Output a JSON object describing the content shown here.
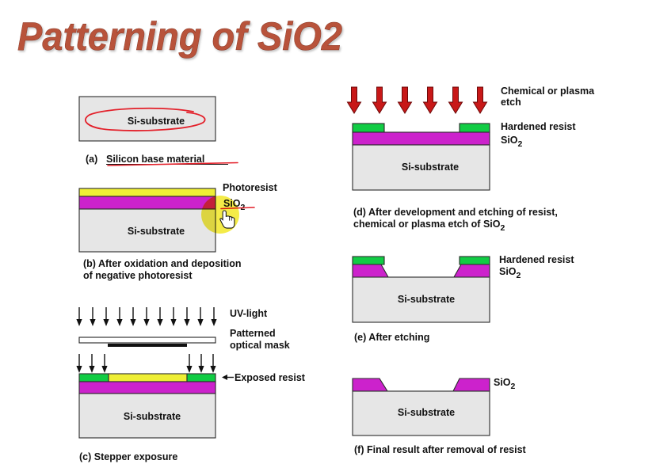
{
  "slide": {
    "title": "Patterning of SiO2"
  },
  "colors": {
    "title": "#b8533a",
    "substrate": "#e6e6e6",
    "oxide": "#cc22cc",
    "photoresist": "#efef35",
    "hardened_resist": "#11cc44",
    "etch_arrow": "#c81818",
    "annotation": "#e3202a",
    "highlighter": "#f3ea38",
    "mask": "#ffffff"
  },
  "icons": {
    "cursor": "hand-pointer-icon",
    "uv_arrow": "arrow-down-icon",
    "etch_arrow": "arrow-down-icon",
    "exposed_pointer": "arrow-left-icon"
  },
  "steps": {
    "a": {
      "substrate": "Si-substrate",
      "caption_tag": "(a)",
      "caption_text": "Silicon base material"
    },
    "b": {
      "substrate": "Si-substrate",
      "photoresist_label": "Photoresist",
      "oxide_label": "SiO",
      "oxide_sub": "2",
      "caption_line1": "(b) After oxidation and deposition",
      "caption_line2": "of negative photoresist"
    },
    "c": {
      "substrate": "Si-substrate",
      "uv_label": "UV-light",
      "mask_label_line1": "Patterned",
      "mask_label_line2": "optical mask",
      "exposed_label": "Exposed resist",
      "caption": "(c) Stepper exposure"
    },
    "d": {
      "substrate": "Si-substrate",
      "etch_label_line1": "Chemical or plasma",
      "etch_label_line2": "etch",
      "resist_label": "Hardened resist",
      "oxide_label": "SiO",
      "oxide_sub": "2",
      "caption_line1": "(d) After development and etching of resist,",
      "caption_line2": "chemical or plasma etch of SiO",
      "caption_line2_sub": "2"
    },
    "e": {
      "substrate": "Si-substrate",
      "resist_label": "Hardened resist",
      "oxide_label": "SiO",
      "oxide_sub": "2",
      "caption": "(e) After etching"
    },
    "f": {
      "substrate": "Si-substrate",
      "oxide_label": "SiO",
      "oxide_sub": "2",
      "caption": "(f) Final result after removal of resist"
    }
  }
}
